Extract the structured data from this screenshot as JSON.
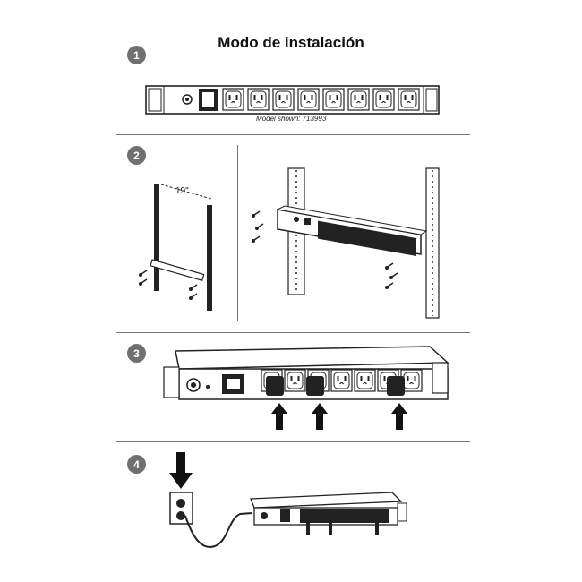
{
  "title": "Modo de instalación",
  "model_caption": "Model shown: 713993",
  "steps": [
    "1",
    "2",
    "3",
    "4"
  ],
  "rack_width_label": "19\""
}
